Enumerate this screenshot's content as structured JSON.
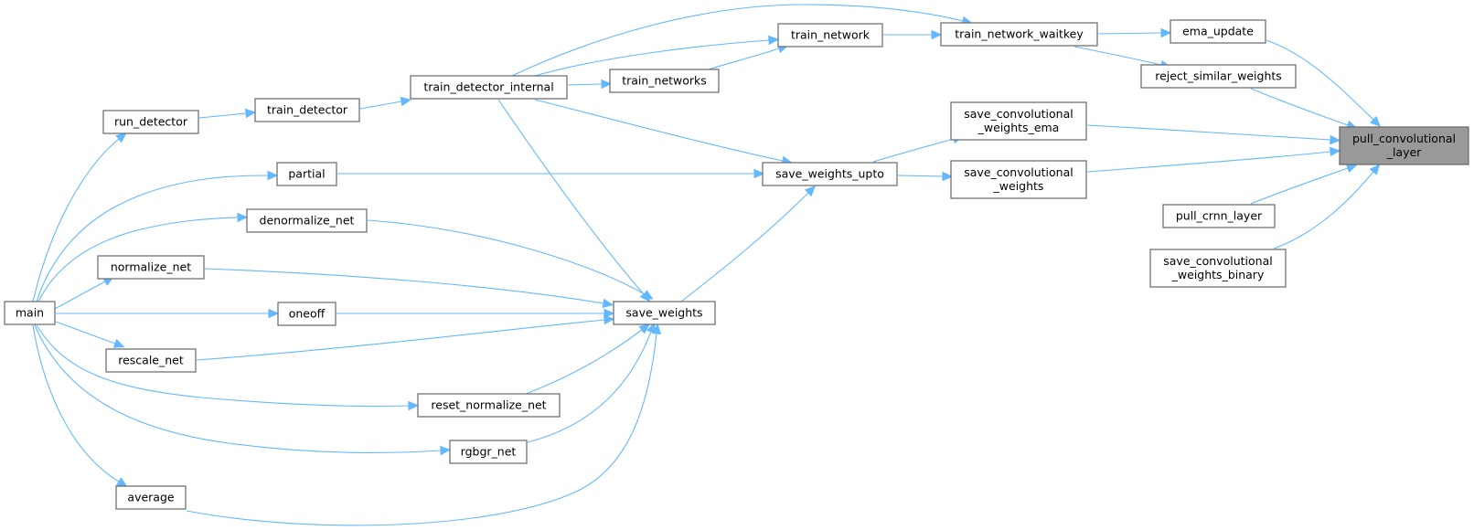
{
  "graph": {
    "title": "pull_convolutional_layer caller graph",
    "focus_node": "pull_convolutional_layer",
    "edge_color": "#63b8ff",
    "node_border_color": "#666666",
    "focus_fill_color": "#999999",
    "nodes": [
      {
        "id": "pull_convolutional_layer",
        "lines": [
          "pull_convolutional",
          "_layer"
        ],
        "focus": true
      },
      {
        "id": "ema_update",
        "lines": [
          "ema_update"
        ]
      },
      {
        "id": "reject_similar_weights",
        "lines": [
          "reject_similar_weights"
        ]
      },
      {
        "id": "save_convolutional_weights_ema",
        "lines": [
          "save_convolutional",
          "_weights_ema"
        ]
      },
      {
        "id": "save_convolutional_weights",
        "lines": [
          "save_convolutional",
          "_weights"
        ]
      },
      {
        "id": "pull_crnn_layer",
        "lines": [
          "pull_crnn_layer"
        ]
      },
      {
        "id": "save_convolutional_weights_binary",
        "lines": [
          "save_convolutional",
          "_weights_binary"
        ]
      },
      {
        "id": "train_network_waitkey",
        "lines": [
          "train_network_waitkey"
        ]
      },
      {
        "id": "train_network",
        "lines": [
          "train_network"
        ]
      },
      {
        "id": "save_weights_upto",
        "lines": [
          "save_weights_upto"
        ]
      },
      {
        "id": "train_networks",
        "lines": [
          "train_networks"
        ]
      },
      {
        "id": "train_detector_internal",
        "lines": [
          "train_detector_internal"
        ]
      },
      {
        "id": "save_weights",
        "lines": [
          "save_weights"
        ]
      },
      {
        "id": "train_detector",
        "lines": [
          "train_detector"
        ]
      },
      {
        "id": "run_detector",
        "lines": [
          "run_detector"
        ]
      },
      {
        "id": "partial",
        "lines": [
          "partial"
        ]
      },
      {
        "id": "denormalize_net",
        "lines": [
          "denormalize_net"
        ]
      },
      {
        "id": "normalize_net",
        "lines": [
          "normalize_net"
        ]
      },
      {
        "id": "oneoff",
        "lines": [
          "oneoff"
        ]
      },
      {
        "id": "rescale_net",
        "lines": [
          "rescale_net"
        ]
      },
      {
        "id": "reset_normalize_net",
        "lines": [
          "reset_normalize_net"
        ]
      },
      {
        "id": "rgbgr_net",
        "lines": [
          "rgbgr_net"
        ]
      },
      {
        "id": "average",
        "lines": [
          "average"
        ]
      },
      {
        "id": "main",
        "lines": [
          "main"
        ]
      }
    ],
    "edges": [
      {
        "from": "ema_update",
        "to": "pull_convolutional_layer"
      },
      {
        "from": "reject_similar_weights",
        "to": "pull_convolutional_layer"
      },
      {
        "from": "save_convolutional_weights_ema",
        "to": "pull_convolutional_layer"
      },
      {
        "from": "save_convolutional_weights",
        "to": "pull_convolutional_layer"
      },
      {
        "from": "pull_crnn_layer",
        "to": "pull_convolutional_layer"
      },
      {
        "from": "save_convolutional_weights_binary",
        "to": "pull_convolutional_layer"
      },
      {
        "from": "train_network_waitkey",
        "to": "ema_update"
      },
      {
        "from": "train_network_waitkey",
        "to": "reject_similar_weights"
      },
      {
        "from": "save_weights_upto",
        "to": "save_convolutional_weights_ema"
      },
      {
        "from": "save_weights_upto",
        "to": "save_convolutional_weights"
      },
      {
        "from": "train_network",
        "to": "train_network_waitkey"
      },
      {
        "from": "train_detector_internal",
        "to": "train_network_waitkey"
      },
      {
        "from": "train_detector_internal",
        "to": "train_network"
      },
      {
        "from": "train_networks",
        "to": "train_network"
      },
      {
        "from": "train_detector_internal",
        "to": "train_networks"
      },
      {
        "from": "train_detector_internal",
        "to": "save_weights_upto"
      },
      {
        "from": "partial",
        "to": "save_weights_upto"
      },
      {
        "from": "save_weights",
        "to": "save_weights_upto"
      },
      {
        "from": "train_detector_internal",
        "to": "save_weights"
      },
      {
        "from": "denormalize_net",
        "to": "save_weights"
      },
      {
        "from": "normalize_net",
        "to": "save_weights"
      },
      {
        "from": "oneoff",
        "to": "save_weights"
      },
      {
        "from": "rescale_net",
        "to": "save_weights"
      },
      {
        "from": "reset_normalize_net",
        "to": "save_weights"
      },
      {
        "from": "rgbgr_net",
        "to": "save_weights"
      },
      {
        "from": "average",
        "to": "save_weights"
      },
      {
        "from": "train_detector",
        "to": "train_detector_internal"
      },
      {
        "from": "run_detector",
        "to": "train_detector"
      },
      {
        "from": "main",
        "to": "run_detector"
      },
      {
        "from": "main",
        "to": "partial"
      },
      {
        "from": "main",
        "to": "denormalize_net"
      },
      {
        "from": "main",
        "to": "normalize_net"
      },
      {
        "from": "main",
        "to": "oneoff"
      },
      {
        "from": "main",
        "to": "rescale_net"
      },
      {
        "from": "main",
        "to": "reset_normalize_net"
      },
      {
        "from": "main",
        "to": "rgbgr_net"
      },
      {
        "from": "main",
        "to": "average"
      }
    ]
  }
}
